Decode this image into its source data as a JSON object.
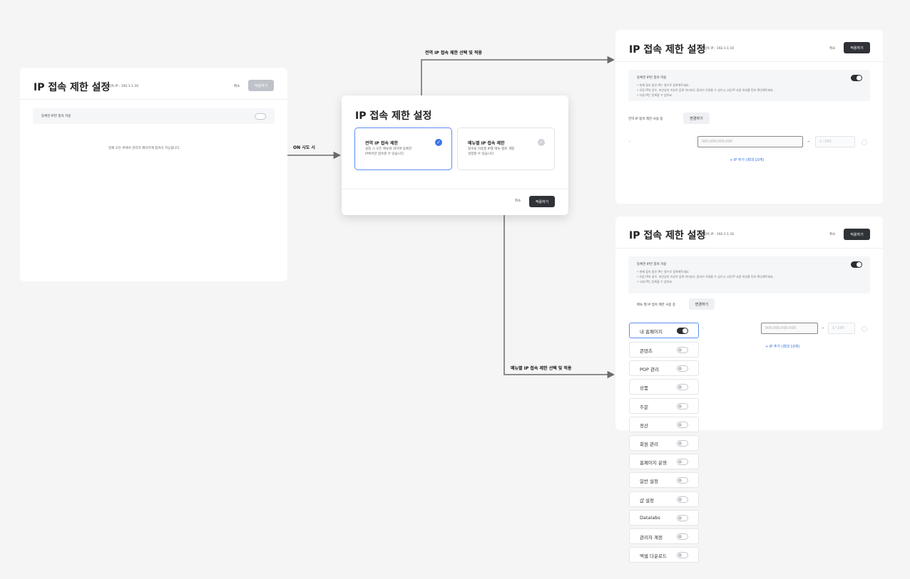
{
  "screen1": {
    "title": "IP 접속 제한 설정",
    "current_ip": "현재 접속 IP : 192.1.1.10",
    "cancel": "취소",
    "apply": "적용하기",
    "allow_label": "등록한 IP만 접속 허용",
    "empty_msg": "현재 모든 IP에서 관리자 페이지에 접속이 가능합니다."
  },
  "annotations": {
    "on_click": "ON 시도 시",
    "global_apply": "전역 IP 접속 제한 선택 및 적용",
    "menu_apply": "메뉴별 IP 접속 제한 선택 및 적용"
  },
  "modal": {
    "title": "IP 접속 제한 설정",
    "option_global": {
      "title": "전역 IP 접속 제한",
      "desc_line1": "설정 시 모든 메뉴에 대하여 등록한",
      "desc_line2": "IP에서만 접속할 수 있습니다."
    },
    "option_menu": {
      "title": "메뉴별 IP 접속 제한",
      "desc_line1": "접속을 허용할 IP를 메뉴 별로 개별",
      "desc_line2": "설정할 수 있습니다."
    },
    "cancel": "취소",
    "apply": "적용하기"
  },
  "global_screen": {
    "title": "IP 접속 제한 설정",
    "current_ip": "현재 접속 IP : 192.1.1.10",
    "cancel": "취소",
    "apply": "적용하기",
    "allow_label": "등록한 IP만 접속 허용",
    "notes": [
      "• 현재 접속 중인 IP는 필수로 등록해주세요.",
      "• 유동 IP의 경우, 보안상의 이유로 등록 하더라도 접속이 어려울 수 있으니 고정 IP 사용 여부를 먼저 확인해주세요.",
      "• 사설 IP는 등록할 수 없어요."
    ],
    "mode_label": "전역 IP 접속 제한 사용 중",
    "change": "변경하기",
    "row_dash": "-",
    "ip_placeholder": "000.000.000.000",
    "range_sep": "~",
    "range_placeholder": "1~255",
    "add": "+ IP 추가 (최대 10개)"
  },
  "menu_screen": {
    "title": "IP 접속 제한 설정",
    "current_ip": "현재 접속 IP : 192.1.1.10",
    "cancel": "취소",
    "apply": "적용하기",
    "allow_label": "등록한 IP만 접속 허용",
    "notes": [
      "• 현재 접속 중인 IP는 필수로 등록해주세요.",
      "• 유동 IP의 경우, 보안상의 이유로 등록 하더라도 접속이 어려울 수 있으니 고정 IP 사용 여부를 먼저 확인해주세요.",
      "• 사설 IP는 등록할 수 없어요."
    ],
    "mode_label": "메뉴 별 IP 접속 제한 사용 중",
    "change": "변경하기",
    "row_dash": "-",
    "ip_placeholder": "000.000.000.000",
    "range_sep": "~",
    "range_placeholder": "1~255",
    "add": "+ IP 추가 (최대 10개)",
    "menu_items": [
      "내 홈페이지",
      "콘텐츠",
      "POP 관리",
      "상품",
      "주문",
      "정산",
      "회원 관리",
      "홈페이지 운영",
      "일반 설정",
      "샵 설정",
      "Datalabs",
      "관리자 계정",
      "엑셀 다운로드"
    ]
  },
  "colors": {
    "accent": "#3b73e6",
    "dark": "#2f3237",
    "connector": "#6b6b6b"
  }
}
